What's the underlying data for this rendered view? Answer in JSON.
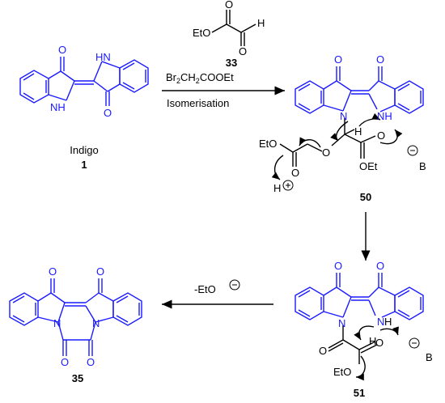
{
  "colors": {
    "structure": "#1a1aff",
    "reagent_bonds": "#000000",
    "text": "#000000"
  },
  "reagents": {
    "glyoxylate_label": "EtO",
    "glyoxylate_h": "H",
    "glyoxylate_number": "33",
    "bromo_prefix": "Br",
    "bromo_sub": "2",
    "bromo_rest": "CH",
    "bromo_sub2": "2",
    "bromo_tail": "COOEt",
    "step_label": "Isomerisation"
  },
  "indigo": {
    "name": "Indigo",
    "number": "1",
    "nh_top": "H",
    "n_top": "N",
    "nh_bottom": "NH"
  },
  "intermediate50": {
    "number": "50",
    "n_label": "N",
    "nh_label": "NH",
    "h_label": "H",
    "ester_left": "EtO",
    "ester_right": "OEt",
    "o_label": "O",
    "base": "B",
    "proton": "H"
  },
  "intermediate51": {
    "number": "51",
    "n_label": "N",
    "nh_label": "N",
    "h_label": "H",
    "eto": "EtO",
    "base": "B"
  },
  "product35": {
    "number": "35"
  },
  "elimination": {
    "label": "-EtO"
  }
}
